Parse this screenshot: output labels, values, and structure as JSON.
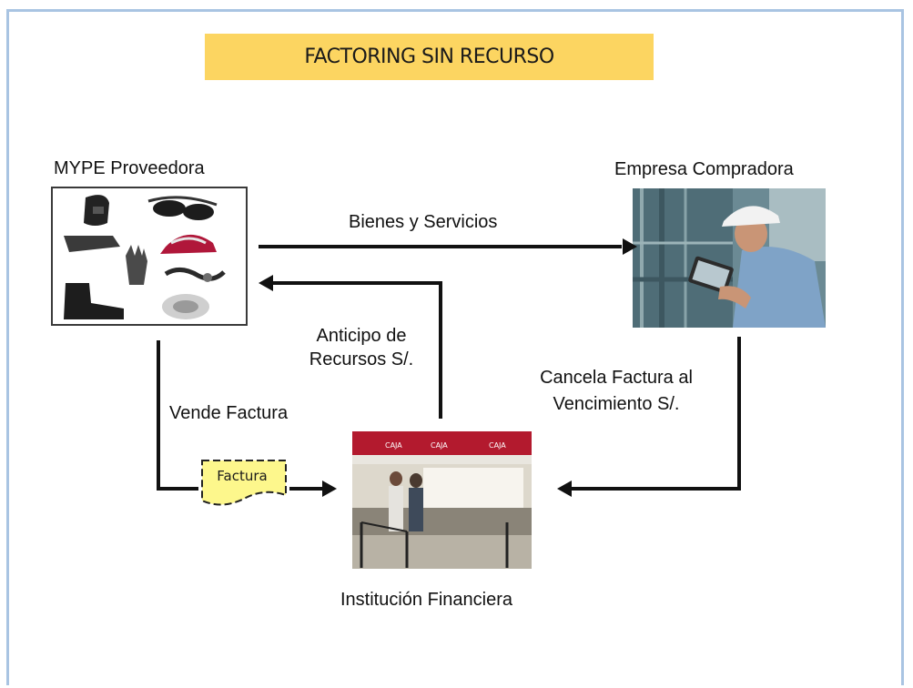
{
  "title": "FACTORING SIN RECURSO",
  "nodes": {
    "mype": {
      "label": "MYPE Proveedora",
      "image_icon": "safety-equipment-icon"
    },
    "empresa": {
      "label": "Empresa Compradora",
      "image_icon": "engineer-with-tablet-icon"
    },
    "institucion": {
      "label": "Institución Financiera",
      "image_icon": "bank-counter-icon"
    }
  },
  "edges": {
    "bienes": "Bienes y Servicios",
    "anticipo_line1": "Anticipo de",
    "anticipo_line2": "Recursos S/.",
    "cancela_line1": "Cancela Factura al",
    "cancela_line2": "Vencimiento S/.",
    "vende": "Vende Factura"
  },
  "document": {
    "label": "Factura",
    "fill": "#fdf78c"
  },
  "colors": {
    "title_bg": "#fcd561",
    "frame": "#a9c4e2",
    "arrow": "#111111"
  }
}
